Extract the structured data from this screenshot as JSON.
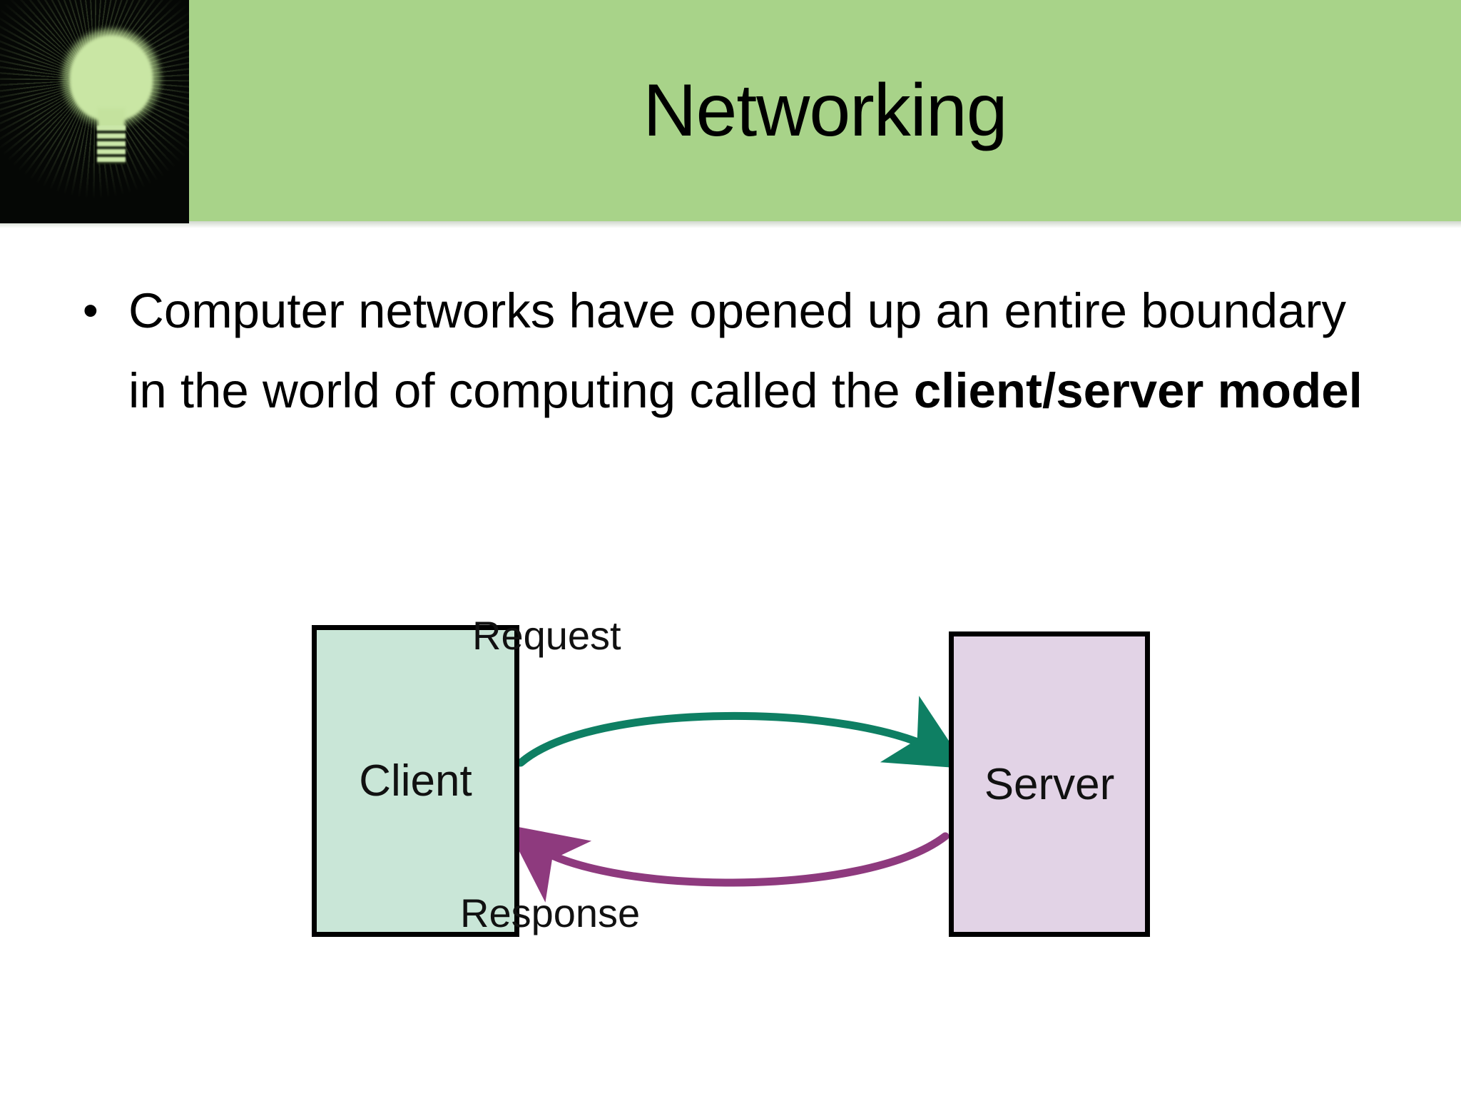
{
  "slide": {
    "title": "Networking",
    "header_color": "#a8d389",
    "background_color": "#ffffff"
  },
  "decoration": {
    "image_name": "glowing-lightbulb",
    "background_color": "#050705",
    "bulb_color": "#c9e6a4"
  },
  "body": {
    "bullets": [
      {
        "marker": "•",
        "text_before_bold": "Computer networks have opened up an entire boundary in the world of computing called the ",
        "bold_text": "client/server model"
      }
    ]
  },
  "diagram": {
    "type": "client-server-model",
    "nodes": [
      {
        "id": "client",
        "label": "Client",
        "fill": "#c9e6d7",
        "border": "#000000"
      },
      {
        "id": "server",
        "label": "Server",
        "fill": "#e2d3e6",
        "border": "#000000"
      }
    ],
    "edges": [
      {
        "id": "request",
        "label": "Request",
        "from": "client",
        "to": "server",
        "color": "#0e7f63",
        "direction": "left-to-right"
      },
      {
        "id": "response",
        "label": "Response",
        "from": "server",
        "to": "client",
        "color": "#8e3a7e",
        "direction": "right-to-left"
      }
    ]
  }
}
